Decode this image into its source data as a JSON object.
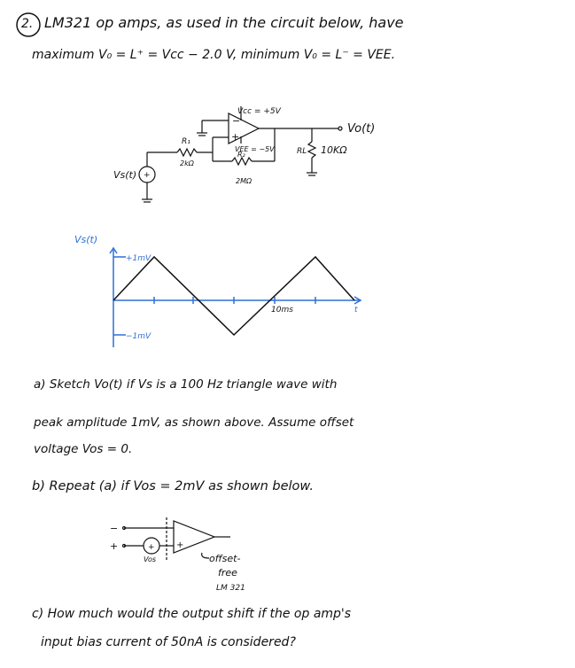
{
  "problem": {
    "number": "2.",
    "line1": "LM321 op amps, as used in the circuit below, have",
    "line2": "maximum V₀ = L⁺ = Vcc − 2.0 V, minimum V₀ = L⁻ = VEE."
  },
  "circuit1": {
    "vcc": "Vcc = +5V",
    "vee": "VEE = −5V",
    "r1": "R₁",
    "r1_value": "2kΩ",
    "r2": "R₂",
    "r2_value": "2MΩ",
    "rl": "RL",
    "rl_value": "10KΩ",
    "vo": "Vo(t)",
    "vs": "Vs(t)",
    "plus": "+",
    "minus": "−"
  },
  "waveform": {
    "ylabel": "Vs(t)",
    "pos": "+1mV",
    "neg": "−1mV",
    "time_mark": "10ms",
    "x_axis": "t"
  },
  "part_a": {
    "line1": "a) Sketch Vo(t) if  Vs is a 100 Hz triangle wave with",
    "line2": "peak amplitude 1mV, as shown above. Assume offset",
    "line3": "voltage Vos = 0."
  },
  "part_b": {
    "text": "b) Repeat (a) if Vos = 2mV as shown below."
  },
  "circuit2": {
    "minus": "−",
    "plus": "+",
    "vos": "Vos",
    "label1": "offset-",
    "label2": "free",
    "label3": "LM 321"
  },
  "part_c": {
    "line1": "c) How much would the output shift if the op amp's",
    "line2": "input bias current of 50nA is considered?"
  },
  "colors": {
    "ink": "#111111",
    "axis": "#2f6fd6"
  }
}
